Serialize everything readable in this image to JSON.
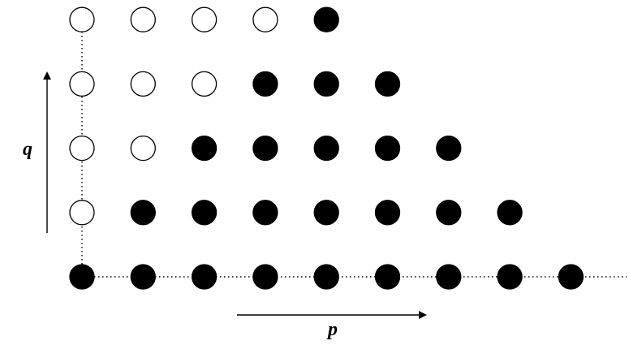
{
  "labels": {
    "p": "p",
    "q": "q"
  },
  "colors": {
    "filled": "#000000",
    "hollow_fill": "#ffffff",
    "stroke": "#000000",
    "background": "#ffffff"
  },
  "grid": {
    "rows": [
      {
        "q": 4,
        "points": [
          {
            "p": 0,
            "filled": false
          },
          {
            "p": 1,
            "filled": false
          },
          {
            "p": 2,
            "filled": false
          },
          {
            "p": 3,
            "filled": false
          },
          {
            "p": 4,
            "filled": true
          }
        ]
      },
      {
        "q": 3,
        "points": [
          {
            "p": 0,
            "filled": false
          },
          {
            "p": 1,
            "filled": false
          },
          {
            "p": 2,
            "filled": false
          },
          {
            "p": 3,
            "filled": true
          },
          {
            "p": 4,
            "filled": true
          },
          {
            "p": 5,
            "filled": true
          }
        ]
      },
      {
        "q": 2,
        "points": [
          {
            "p": 0,
            "filled": false
          },
          {
            "p": 1,
            "filled": false
          },
          {
            "p": 2,
            "filled": true
          },
          {
            "p": 3,
            "filled": true
          },
          {
            "p": 4,
            "filled": true
          },
          {
            "p": 5,
            "filled": true
          },
          {
            "p": 6,
            "filled": true
          }
        ]
      },
      {
        "q": 1,
        "points": [
          {
            "p": 0,
            "filled": false
          },
          {
            "p": 1,
            "filled": true
          },
          {
            "p": 2,
            "filled": true
          },
          {
            "p": 3,
            "filled": true
          },
          {
            "p": 4,
            "filled": true
          },
          {
            "p": 5,
            "filled": true
          },
          {
            "p": 6,
            "filled": true
          },
          {
            "p": 7,
            "filled": true
          }
        ]
      },
      {
        "q": 0,
        "points": [
          {
            "p": 0,
            "filled": true
          },
          {
            "p": 1,
            "filled": true
          },
          {
            "p": 2,
            "filled": true
          },
          {
            "p": 3,
            "filled": true
          },
          {
            "p": 4,
            "filled": true
          },
          {
            "p": 5,
            "filled": true
          },
          {
            "p": 6,
            "filled": true
          },
          {
            "p": 7,
            "filled": true
          },
          {
            "p": 8,
            "filled": true
          }
        ]
      }
    ]
  }
}
